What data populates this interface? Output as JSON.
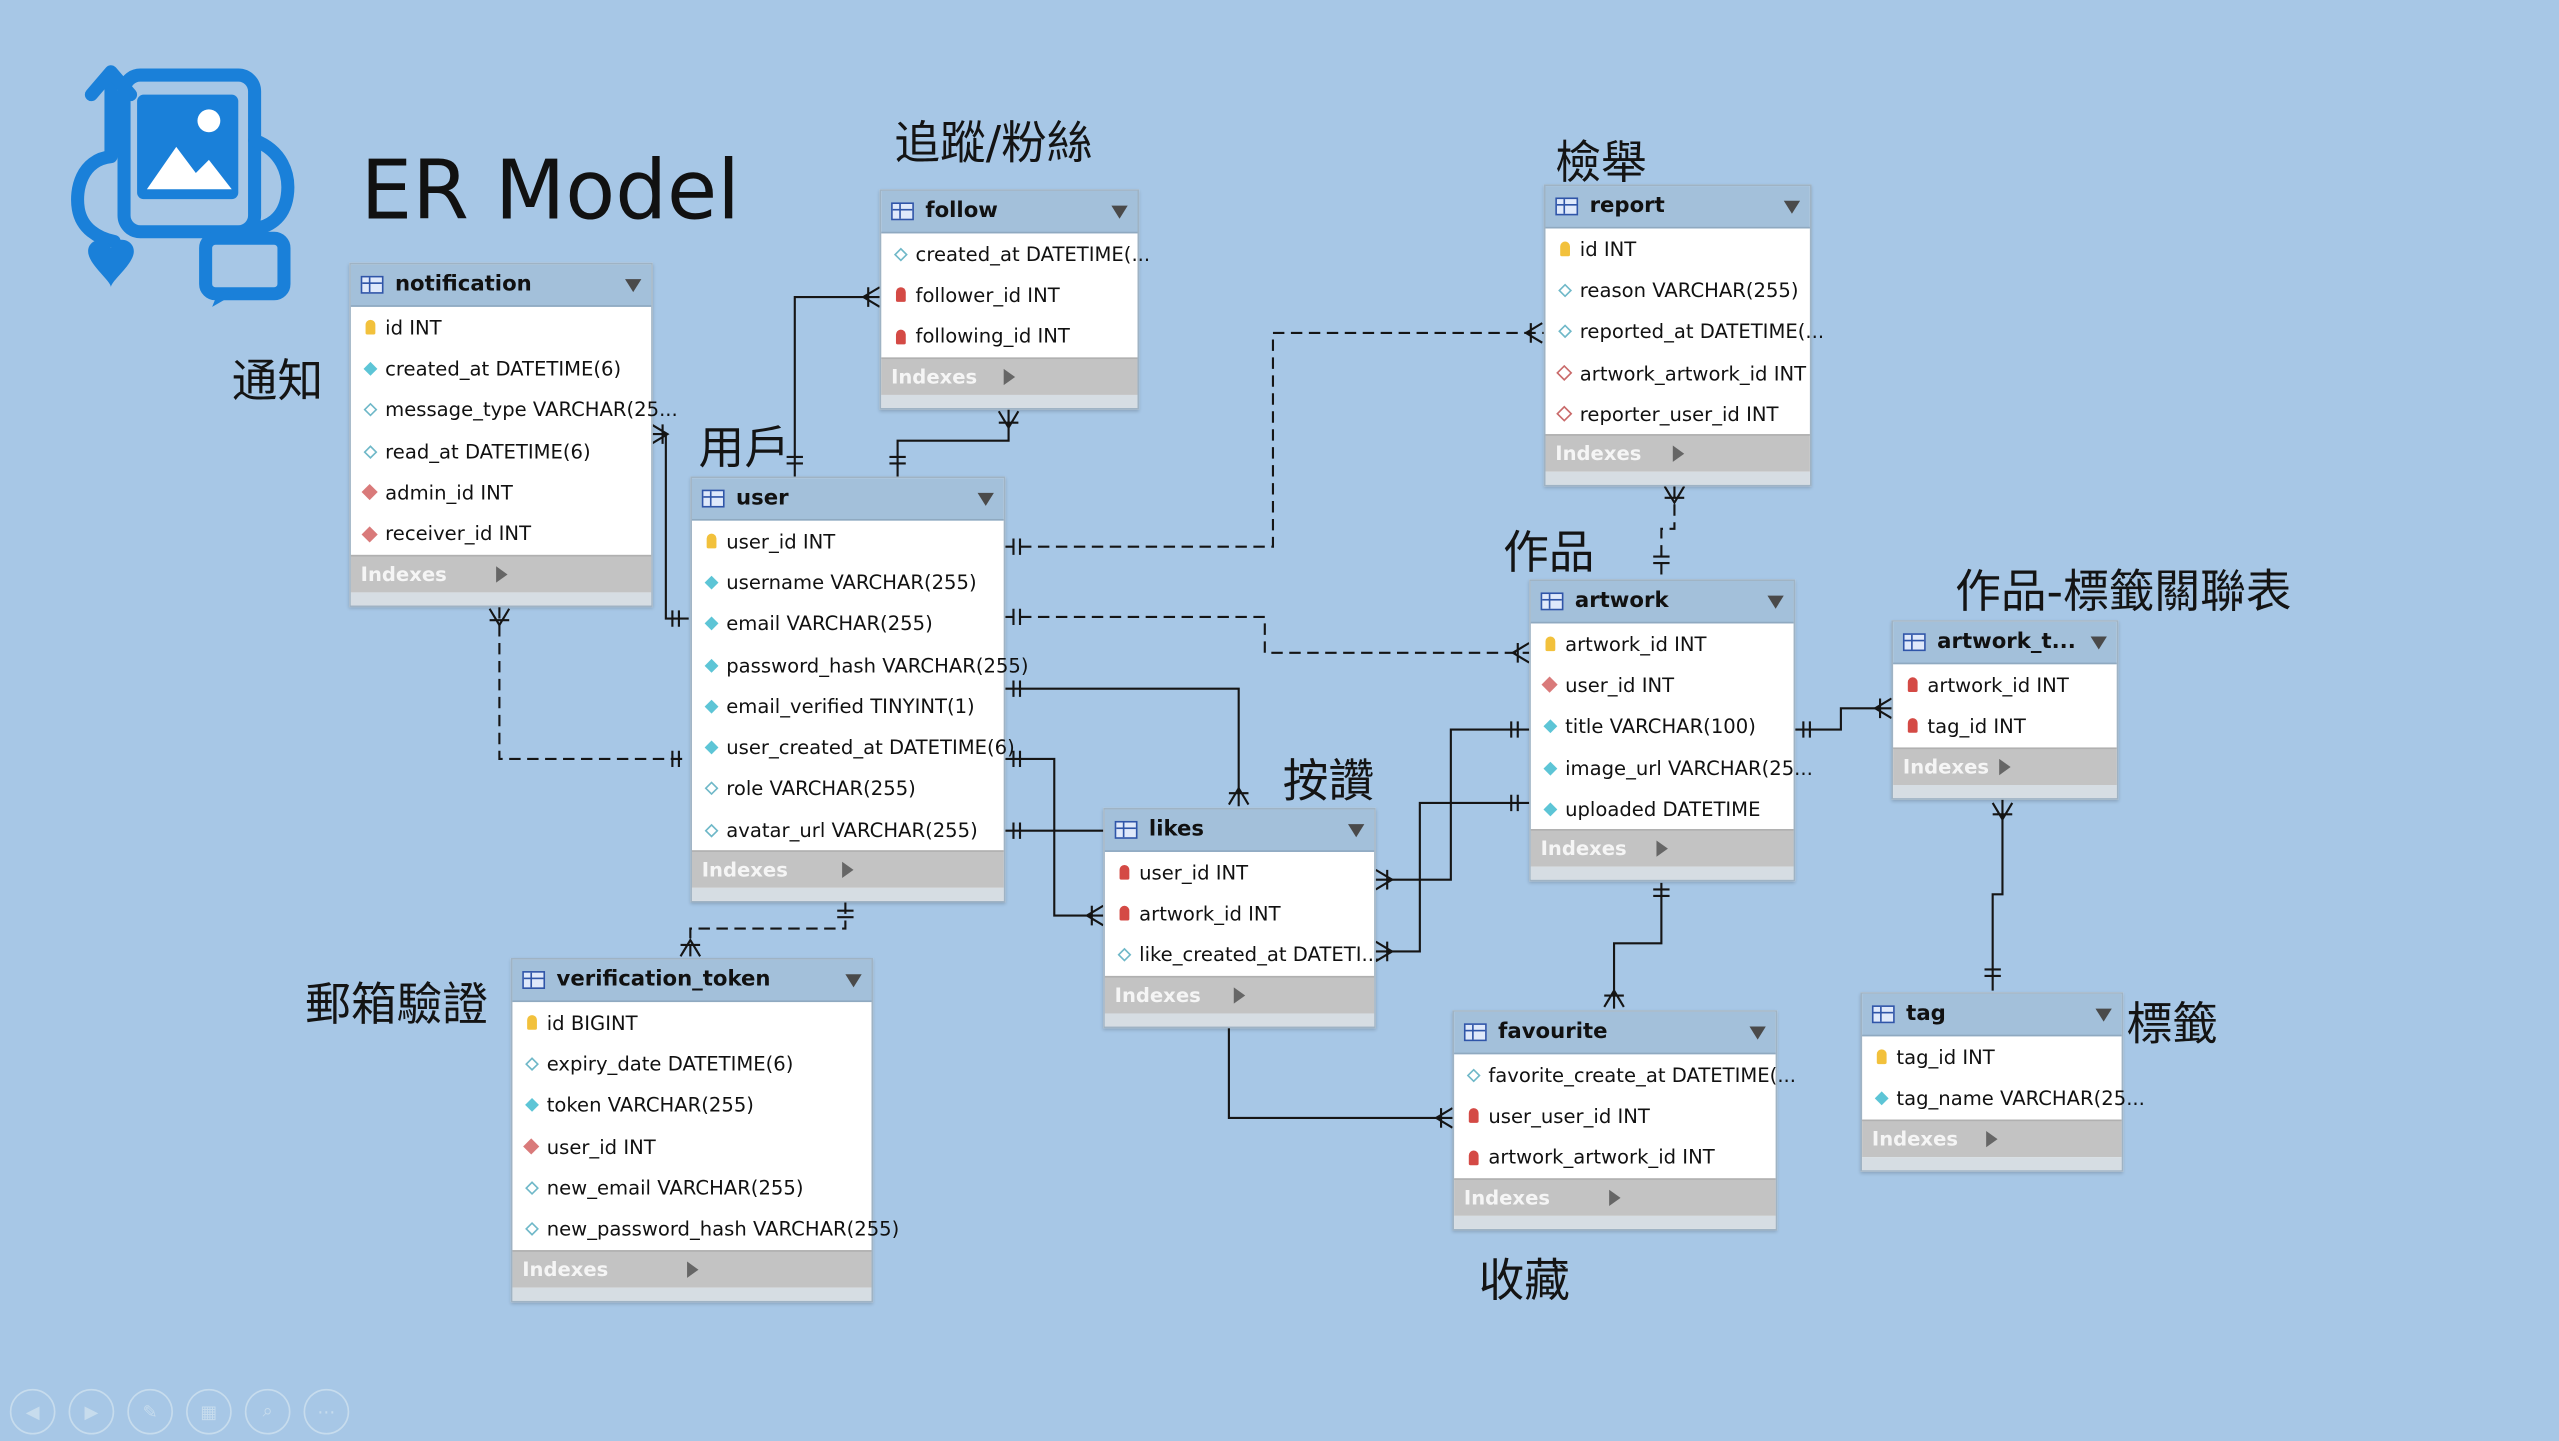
{
  "title": "ER Model",
  "labels": {
    "notification": "通知",
    "follow": "追蹤/粉絲",
    "user": "用戶",
    "report": "檢舉",
    "artwork": "作品",
    "artwork_tag": "作品-標籤關聯表",
    "likes": "按讚",
    "verification": "郵箱驗證",
    "tag": "標籤",
    "favourite": "收藏"
  },
  "indexes_label": "Indexes",
  "tables": {
    "notification": {
      "name": "notification",
      "columns": [
        {
          "text": "id INT",
          "icon": "key"
        },
        {
          "text": "created_at DATETIME(6)",
          "icon": "dia-c"
        },
        {
          "text": "message_type VARCHAR(25...",
          "icon": "dia-o"
        },
        {
          "text": "read_at DATETIME(6)",
          "icon": "dia-o"
        },
        {
          "text": "admin_id INT",
          "icon": "dia-f"
        },
        {
          "text": "receiver_id INT",
          "icon": "dia-f"
        }
      ]
    },
    "follow": {
      "name": "follow",
      "columns": [
        {
          "text": "created_at DATETIME(...",
          "icon": "dia-o"
        },
        {
          "text": "follower_id INT",
          "icon": "fkey"
        },
        {
          "text": "following_id INT",
          "icon": "fkey"
        }
      ]
    },
    "user": {
      "name": "user",
      "columns": [
        {
          "text": "user_id INT",
          "icon": "key"
        },
        {
          "text": "username VARCHAR(255)",
          "icon": "dia-c"
        },
        {
          "text": "email VARCHAR(255)",
          "icon": "dia-c"
        },
        {
          "text": "password_hash VARCHAR(255)",
          "icon": "dia-c"
        },
        {
          "text": "email_verified TINYINT(1)",
          "icon": "dia-c"
        },
        {
          "text": "user_created_at DATETIME(6)",
          "icon": "dia-c"
        },
        {
          "text": "role VARCHAR(255)",
          "icon": "dia-o"
        },
        {
          "text": "avatar_url VARCHAR(255)",
          "icon": "dia-o"
        }
      ]
    },
    "report": {
      "name": "report",
      "columns": [
        {
          "text": "id INT",
          "icon": "key"
        },
        {
          "text": "reason VARCHAR(255)",
          "icon": "dia-o"
        },
        {
          "text": "reported_at DATETIME(...",
          "icon": "dia-o"
        },
        {
          "text": "artwork_artwork_id INT",
          "icon": "dia-fo"
        },
        {
          "text": "reporter_user_id INT",
          "icon": "dia-fo"
        }
      ]
    },
    "artwork": {
      "name": "artwork",
      "columns": [
        {
          "text": "artwork_id INT",
          "icon": "key"
        },
        {
          "text": "user_id INT",
          "icon": "dia-f"
        },
        {
          "text": "title VARCHAR(100)",
          "icon": "dia-c"
        },
        {
          "text": "image_url VARCHAR(25...",
          "icon": "dia-c"
        },
        {
          "text": "uploaded DATETIME",
          "icon": "dia-c"
        }
      ]
    },
    "artwork_tag": {
      "name": "artwork_t...",
      "columns": [
        {
          "text": "artwork_id INT",
          "icon": "fkey"
        },
        {
          "text": "tag_id INT",
          "icon": "fkey"
        }
      ]
    },
    "likes": {
      "name": "likes",
      "columns": [
        {
          "text": "user_id INT",
          "icon": "fkey"
        },
        {
          "text": "artwork_id INT",
          "icon": "fkey"
        },
        {
          "text": "like_created_at DATETI...",
          "icon": "dia-o"
        }
      ]
    },
    "verification_token": {
      "name": "verification_token",
      "columns": [
        {
          "text": "id BIGINT",
          "icon": "key"
        },
        {
          "text": "expiry_date DATETIME(6)",
          "icon": "dia-o"
        },
        {
          "text": "token VARCHAR(255)",
          "icon": "dia-c"
        },
        {
          "text": "user_id INT",
          "icon": "dia-f"
        },
        {
          "text": "new_email VARCHAR(255)",
          "icon": "dia-o"
        },
        {
          "text": "new_password_hash VARCHAR(255)",
          "icon": "dia-o"
        }
      ]
    },
    "favourite": {
      "name": "favourite",
      "columns": [
        {
          "text": "favorite_create_at DATETIME(...",
          "icon": "dia-o"
        },
        {
          "text": "user_user_id INT",
          "icon": "fkey"
        },
        {
          "text": "artwork_artwork_id INT",
          "icon": "fkey"
        }
      ]
    },
    "tag": {
      "name": "tag",
      "columns": [
        {
          "text": "tag_id INT",
          "icon": "key"
        },
        {
          "text": "tag_name VARCHAR(25...",
          "icon": "dia-c"
        }
      ]
    }
  }
}
